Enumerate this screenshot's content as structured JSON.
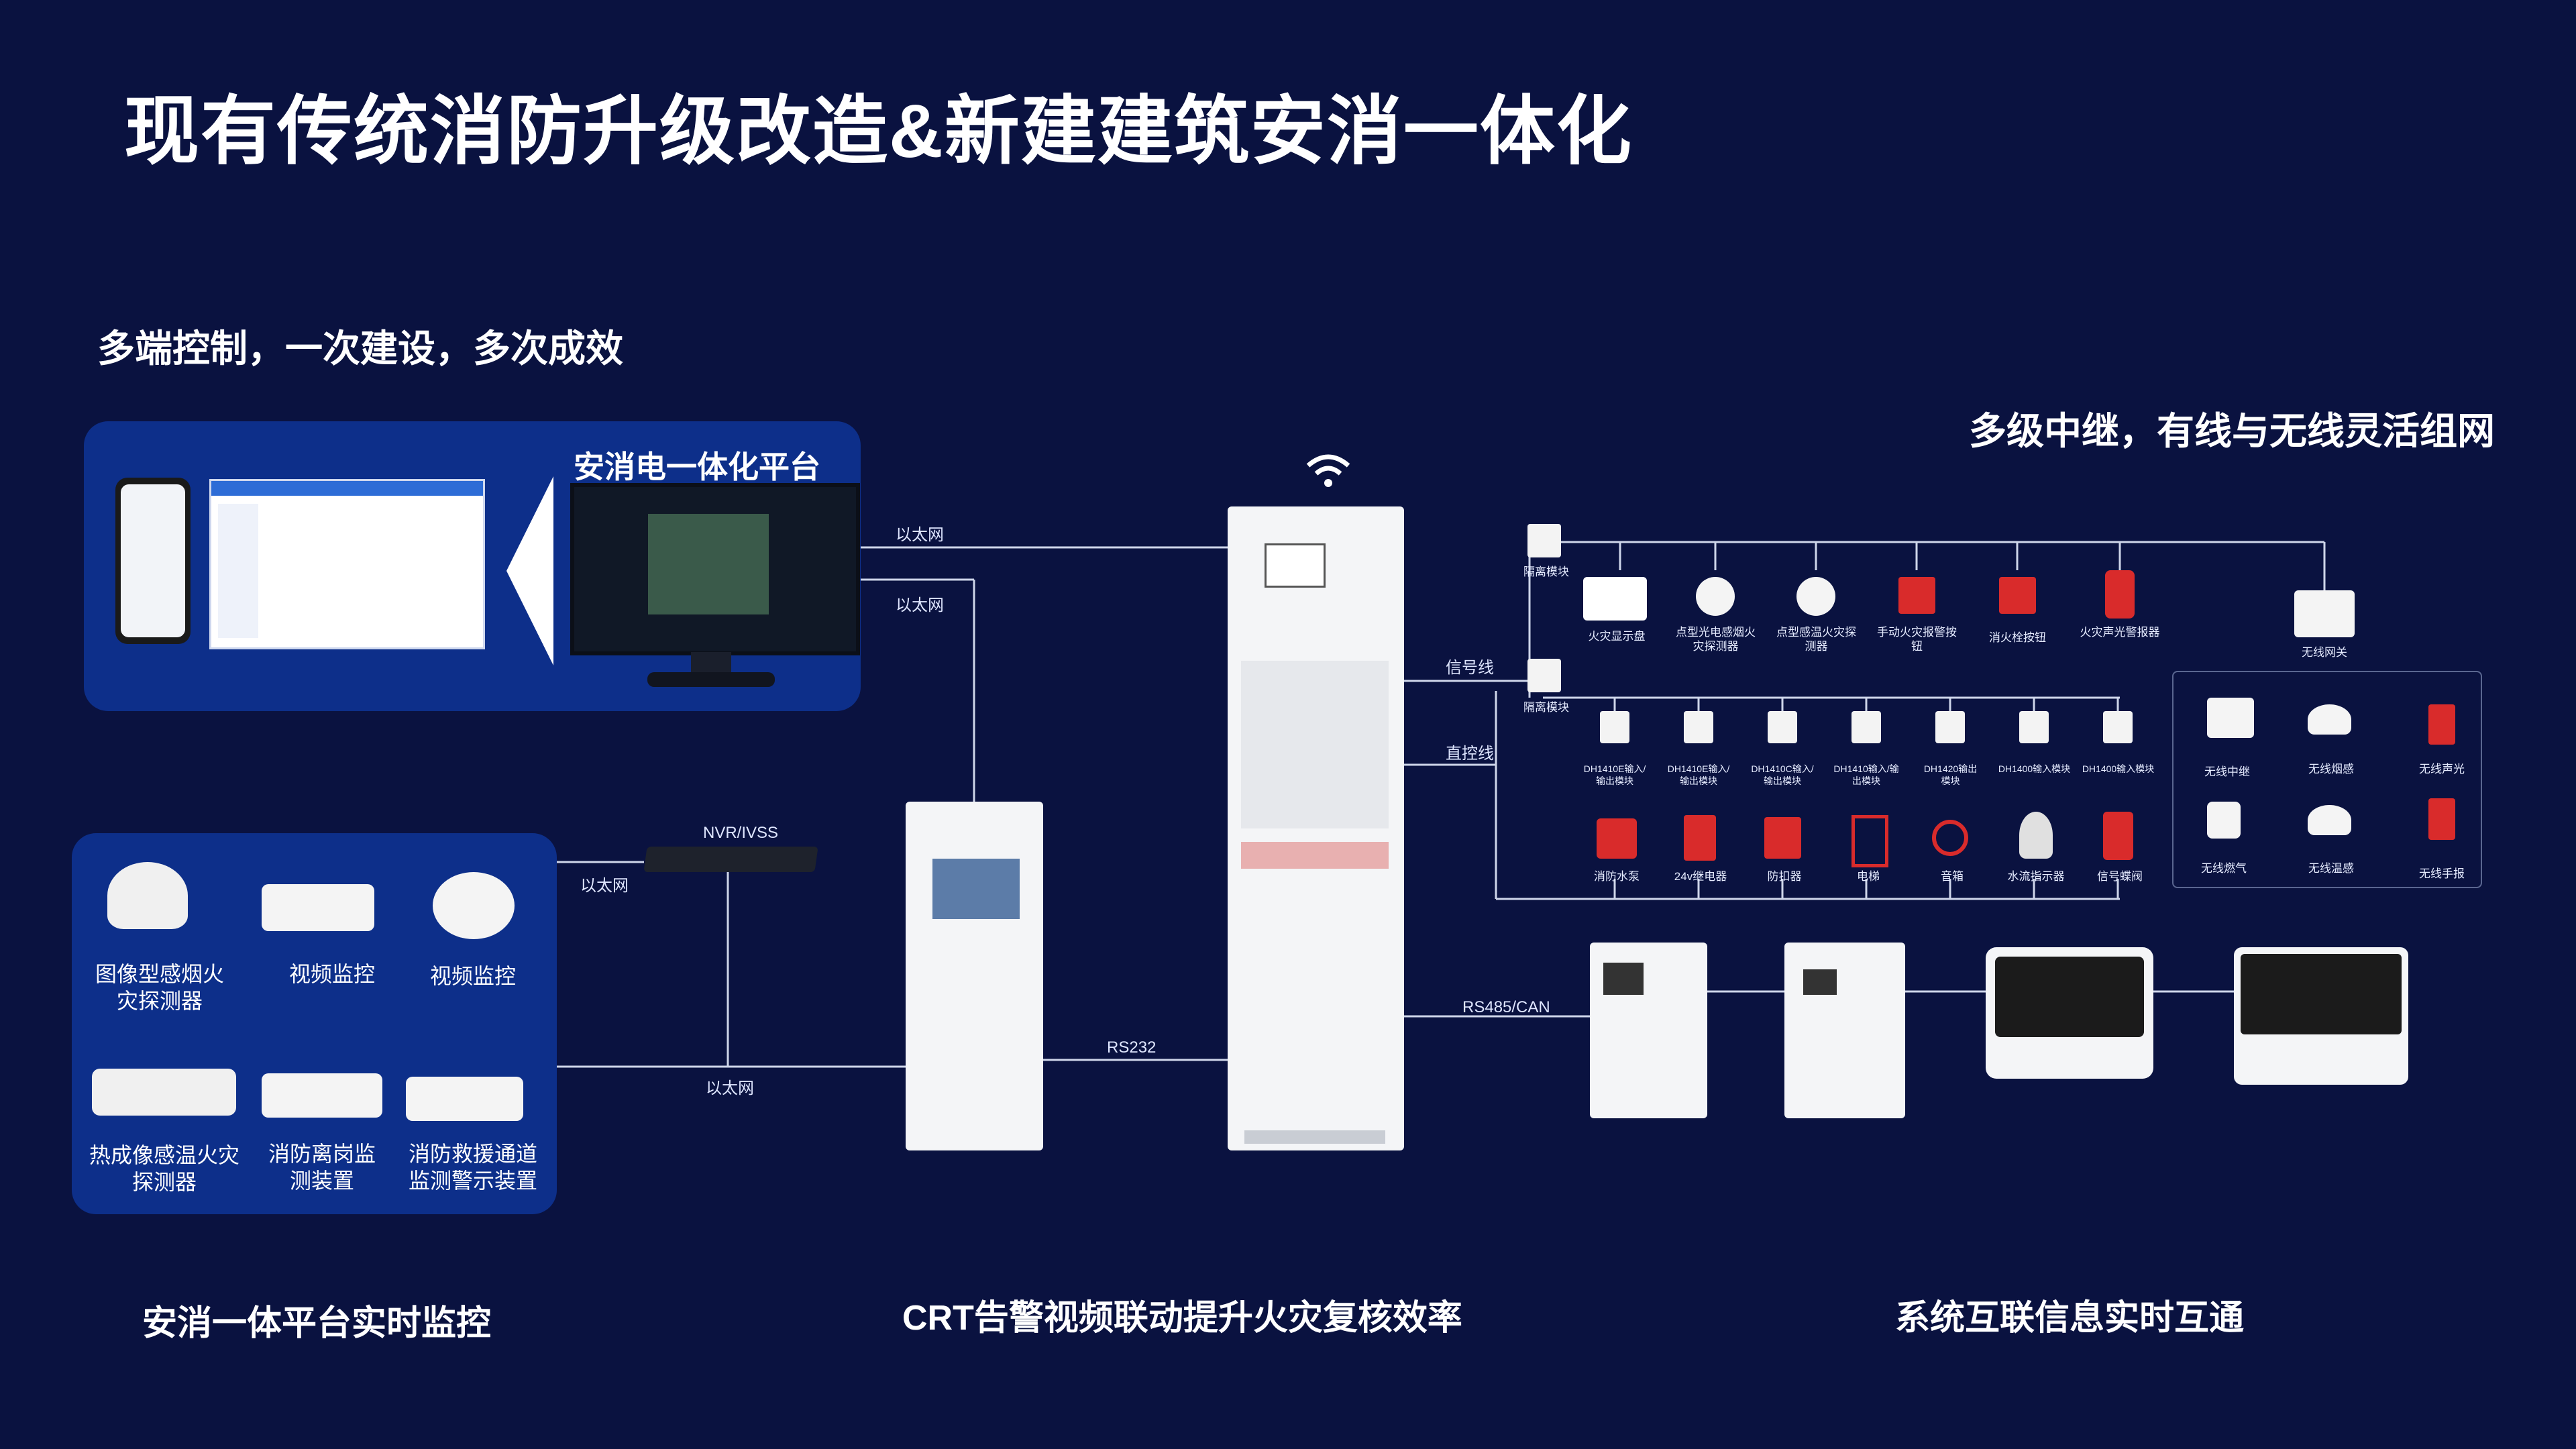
{
  "title": "现有传统消防升级改造&新建建筑安消一体化",
  "subtitle_left": "多端控制，一次建设，多次成效",
  "subtitle_right": "多级中继，有线与无线灵活组网",
  "platform": {
    "label": "安消电一体化平台"
  },
  "cameras": [
    "图像型感烟火灾探测器",
    "视频监控",
    "视频监控",
    "热成像感温火灾探测器",
    "消防离岗监测装置",
    "消防救援通道监测警示装置"
  ],
  "links": {
    "ethernet1": "以太网",
    "ethernet2": "以太网",
    "ethernet3": "以太网",
    "ethernet4": "以太网",
    "nvr": "NVR/IVSS",
    "rs232": "RS232",
    "rs485": "RS485/CAN",
    "signal_line": "信号线",
    "direct_line": "直控线"
  },
  "isolation_modules": [
    "隔离模块",
    "隔离模块"
  ],
  "signal_devices": [
    "火灾显示盘",
    "点型光电感烟火灾探测器",
    "点型感温火灾探测器",
    "手动火灾报警按钮",
    "消火栓按钮",
    "火灾声光警报器"
  ],
  "wireless_gateway": "无线网关",
  "modules": [
    "DH1410E输入/输出模块",
    "DH1410E输入/输出模块",
    "DH1410C输入/输出模块",
    "DH1410输入/输出模块",
    "DH1420输出模块",
    "DH1400输入模块",
    "DH1400输入模块"
  ],
  "controlled_devices": [
    "消防水泵",
    "24v继电器",
    "防扣器",
    "电梯",
    "音箱",
    "水流指示器",
    "信号蝶阀"
  ],
  "wireless_devices": [
    "无线中继",
    "无线烟感",
    "无线声光",
    "无线燃气",
    "无线温感",
    "无线手报"
  ],
  "footers": [
    "安消一体平台实时监控",
    "CRT告警视频联动提升火灾复核效率",
    "系统互联信息实时互通"
  ],
  "colors": {
    "background": "#0a1240",
    "panel": "#0d2f8a",
    "line": "#cfd6ea",
    "alarm_red": "#d92b2b"
  }
}
